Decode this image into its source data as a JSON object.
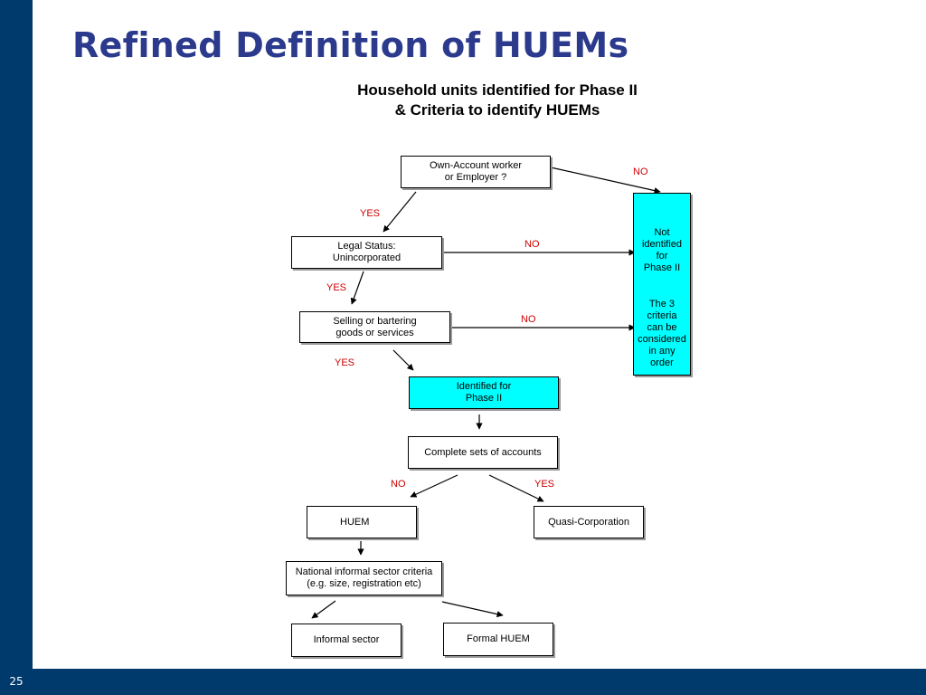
{
  "slide": {
    "title": "Refined Definition of HUEMs",
    "number": "25"
  },
  "colors": {
    "frame": "#003a6c",
    "title": "#2b3a8c",
    "highlight": "#00ffff",
    "edge_label": "#cc0000"
  },
  "diagram": {
    "subtitle_line1": "Household units identified for Phase II",
    "subtitle_line2": "& Criteria to identify HUEMs",
    "nodes": {
      "own_account": "Own-Account worker\nor Employer ?",
      "legal_status": "Legal Status:\nUnincorporated",
      "selling": "Selling or bartering\ngoods or services",
      "identified": "Identified for\nPhase II",
      "complete_accounts": "Complete sets of accounts",
      "huem": "HUEM",
      "quasi": "Quasi-Corporation",
      "national_criteria": "National informal sector criteria\n(e.g. size, registration etc)",
      "informal": "Informal sector",
      "formal_huem": "Formal HUEM",
      "not_identified": "Not\nidentified\nfor\nPhase II",
      "criteria_note": "The 3\ncriteria\ncan be\nconsidered\nin any\norder"
    },
    "edge_labels": {
      "no_own_account": "NO",
      "yes_own_account": "YES",
      "no_legal": "NO",
      "yes_legal": "YES",
      "no_selling": "NO",
      "yes_selling": "YES",
      "no_accounts": "NO",
      "yes_accounts": "YES"
    }
  }
}
